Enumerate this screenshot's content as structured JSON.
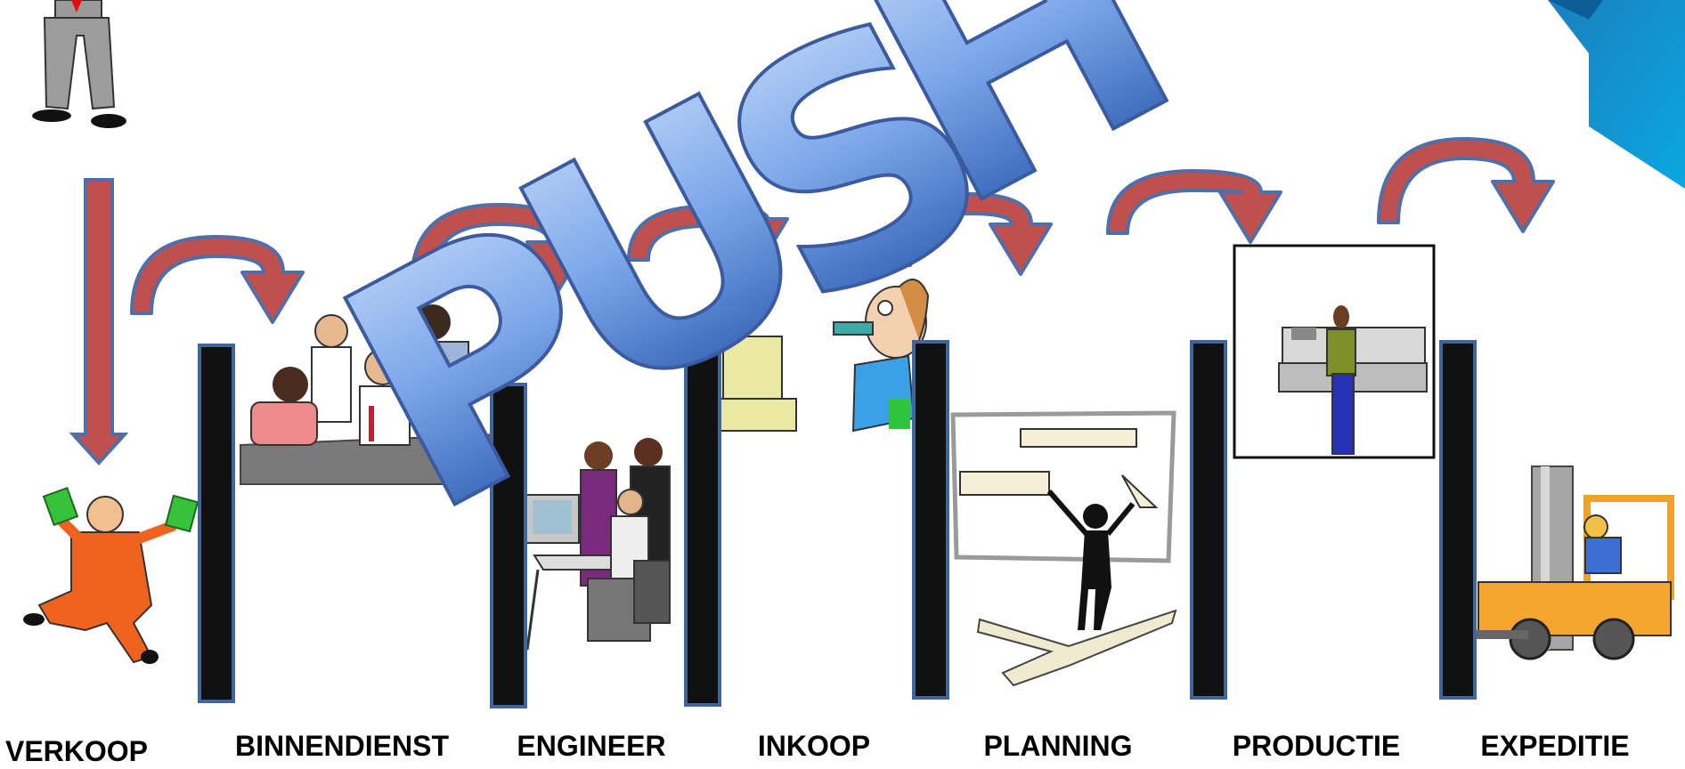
{
  "overlay": {
    "word": "PUSH",
    "gradient_light": "#a9c9f7",
    "gradient_dark": "#1f4fa8",
    "outline": "#3b5aa0"
  },
  "colors": {
    "arrow_fill": "#c0504d",
    "arrow_outline": "#4f6fa8",
    "barrier_fill": "#111111",
    "barrier_outline": "#41669c"
  },
  "departments": [
    {
      "label": "VERKOOP"
    },
    {
      "label": "BINNENDIENST"
    },
    {
      "label": "ENGINEER"
    },
    {
      "label": "INKOOP"
    },
    {
      "label": "PLANNING"
    },
    {
      "label": "PRODUCTIE"
    },
    {
      "label": "EXPEDITIE"
    }
  ],
  "illustrations": [
    "salesman-icon",
    "money-man-icon",
    "office-meeting-icon",
    "engineers-at-computer-icon",
    "purchaser-phone-icon",
    "planner-whiteboard-icon",
    "machine-operator-icon",
    "forklift-icon"
  ]
}
